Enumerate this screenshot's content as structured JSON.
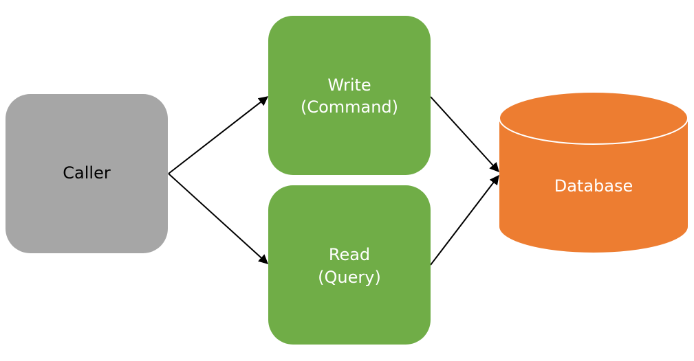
{
  "diagram": {
    "nodes": {
      "caller": {
        "label": "Caller",
        "fill": "#a6a6a6",
        "text_color": "#000000"
      },
      "write": {
        "line1": "Write",
        "line2": "(Command)",
        "fill": "#70ad47",
        "text_color": "#ffffff"
      },
      "read": {
        "line1": "Read",
        "line2": "(Query)",
        "fill": "#70ad47",
        "text_color": "#ffffff"
      },
      "database": {
        "label": "Database",
        "fill": "#ed7d31",
        "text_color": "#ffffff"
      }
    },
    "edges": [
      {
        "from": "Caller",
        "to": "Write (Command)"
      },
      {
        "from": "Caller",
        "to": "Read (Query)"
      },
      {
        "from": "Write (Command)",
        "to": "Database"
      },
      {
        "from": "Read (Query)",
        "to": "Database"
      }
    ],
    "edge_color": "#000000"
  }
}
